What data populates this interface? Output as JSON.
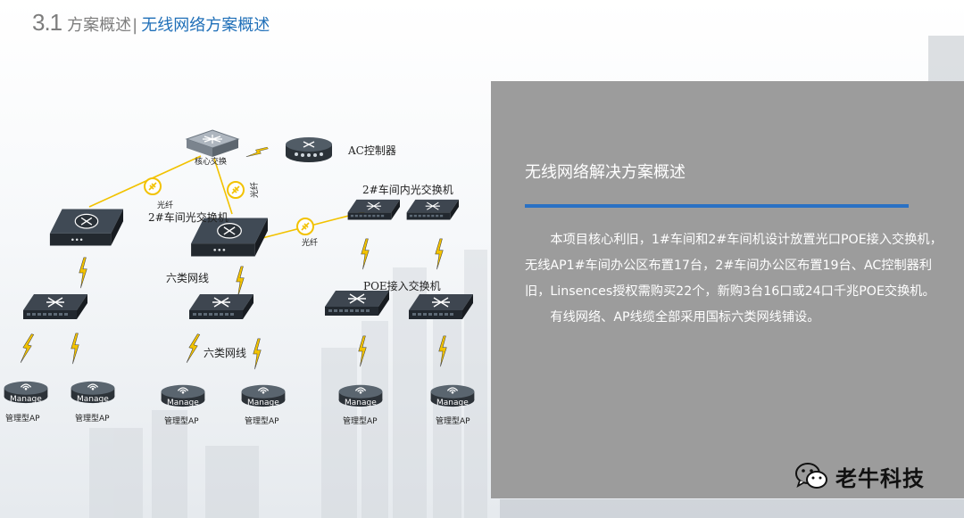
{
  "header": {
    "number": "3.1",
    "section": "方案概述",
    "separator": "|",
    "subtitle": "无线网络方案概述"
  },
  "diagram": {
    "core_switch": "核心交换",
    "ac_controller": "AC控制器",
    "fiber_1": "光纤",
    "fiber_2": "光纤",
    "fiber_3": "光纤",
    "workshop2_switch": "2#车间光交换机",
    "workshop2_inner_switch": "2#车间内光交换机",
    "cat6_cable_1": "六类网线",
    "cat6_cable_2": "六类网线",
    "poe_switch": "POE接入交换机",
    "ap_badge": "Manage",
    "ap_label": "管理型AP"
  },
  "panel": {
    "title": "无线网络解决方案概述",
    "paragraph_1": "本项目核心利旧，1#车间和2#车间机设计放置光口POE接入交换机，无线AP1#车间办公区布置17台，2#车间办公区布置19台、AC控制器利旧，Linsences授权需购买22个，新购3台16口或24口千兆POE交换机。",
    "paragraph_2": "有线网络、AP线缆全部采用国标六类网线铺设。"
  },
  "brand": {
    "name": "老牛科技",
    "icon": "wechat-icon"
  },
  "colors": {
    "accent": "#1f6fb8",
    "panel": "#9c9c9c",
    "rule": "#2a71c4",
    "link": "#f2c200"
  }
}
